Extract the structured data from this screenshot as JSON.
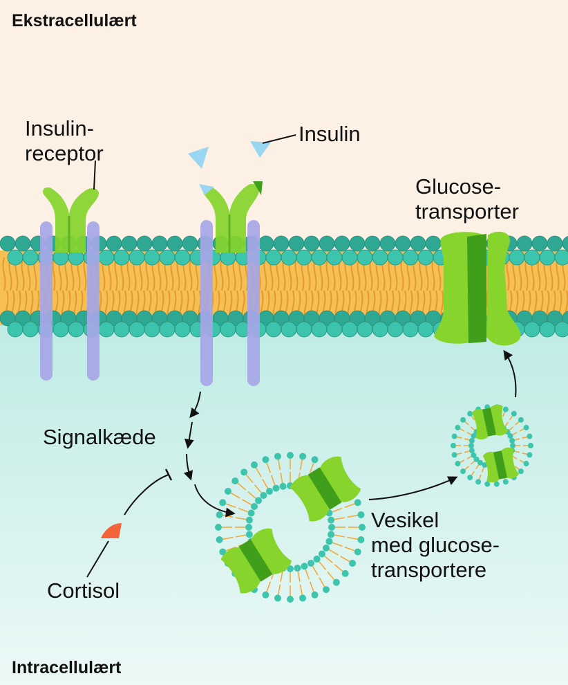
{
  "regions": {
    "extracellular": "Ekstracellulært",
    "intracellular": "Intracellulært"
  },
  "labels": {
    "insulin_receptor": "Insulin-\nreceptor",
    "insulin": "Insulin",
    "glucose_transporter": "Glucose-\ntransporter",
    "signal_chain": "Signalkæde",
    "cortisol": "Cortisol",
    "vesicle": "Vesikel\nmed glucose-\ntransportere"
  },
  "colors": {
    "extracellular_bg": "#fdf1e6",
    "intracellular_bg": "#c4ece6",
    "phospholipid_head": "#3cc4ad",
    "lipid_tail": "#f1a93a",
    "receptor_stalk": "#a6a6e6",
    "protein_green": "#86d42c",
    "protein_dark_green": "#3f9f1a",
    "insulin_triangle": "#9ad6f2",
    "cortisol": "#f3643a",
    "arrow": "#111111"
  }
}
